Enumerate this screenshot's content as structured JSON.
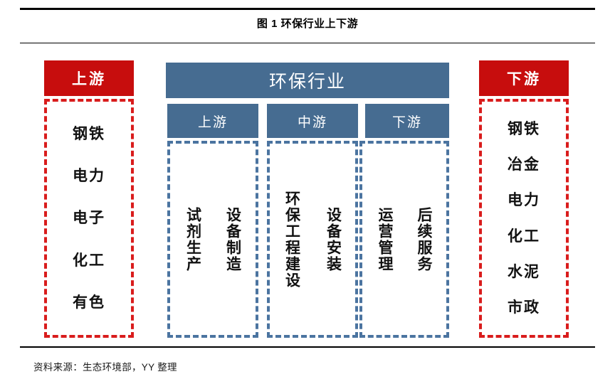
{
  "figure": {
    "title": "图 1 环保行业上下游",
    "source": "资料来源：生态环境部，YY 整理"
  },
  "colors": {
    "red_header": "#c70d0d",
    "red_dashed": "#d91c1c",
    "blue_header": "#466c91",
    "blue_dashed": "#4b74a0",
    "text": "#111111",
    "background": "#ffffff"
  },
  "upstream_panel": {
    "header": "上游",
    "items": [
      "钢铁",
      "电力",
      "电子",
      "化工",
      "有色"
    ]
  },
  "downstream_panel": {
    "header": "下游",
    "items": [
      "钢铁",
      "冶金",
      "电力",
      "化工",
      "水泥",
      "市政"
    ]
  },
  "industry_panel": {
    "header": "环保行业",
    "segments": [
      {
        "header": "上游",
        "items": [
          "试剂生产",
          "设备制造"
        ]
      },
      {
        "header": "中游",
        "items": [
          "环保工程建设",
          "设备安装"
        ]
      },
      {
        "header": "下游",
        "items": [
          "运营管理",
          "后续服务"
        ]
      }
    ]
  }
}
